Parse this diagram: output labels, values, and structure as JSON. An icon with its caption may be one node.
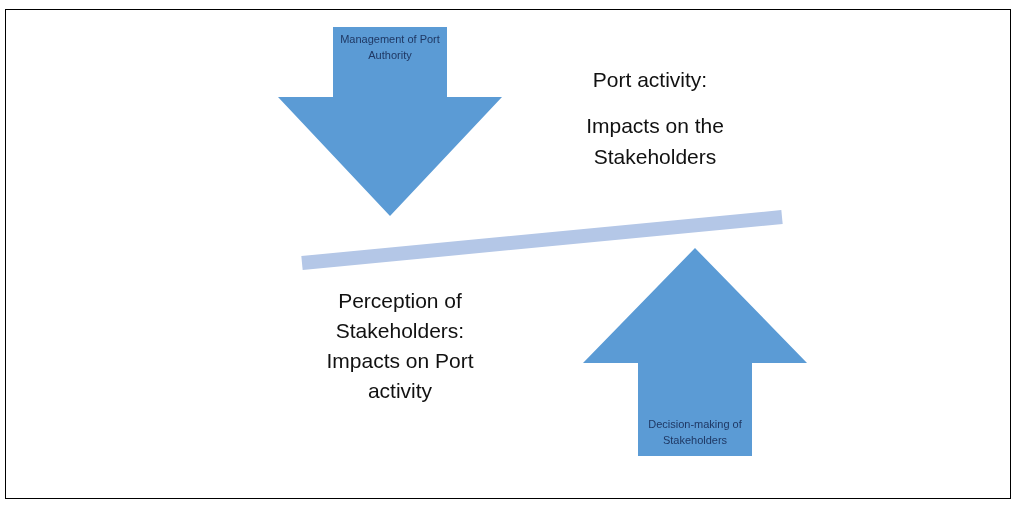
{
  "diagram": {
    "nodes": [
      {
        "text": [
          "Management of Port Authority"
        ]
      },
      {
        "text": [
          "Decision-making of Stakeholders"
        ]
      }
    ],
    "labels": [
      "Port activity:",
      "Impacts on the Stakeholders",
      "Perception of Stakeholders: Impacts on Port activity"
    ]
  }
}
